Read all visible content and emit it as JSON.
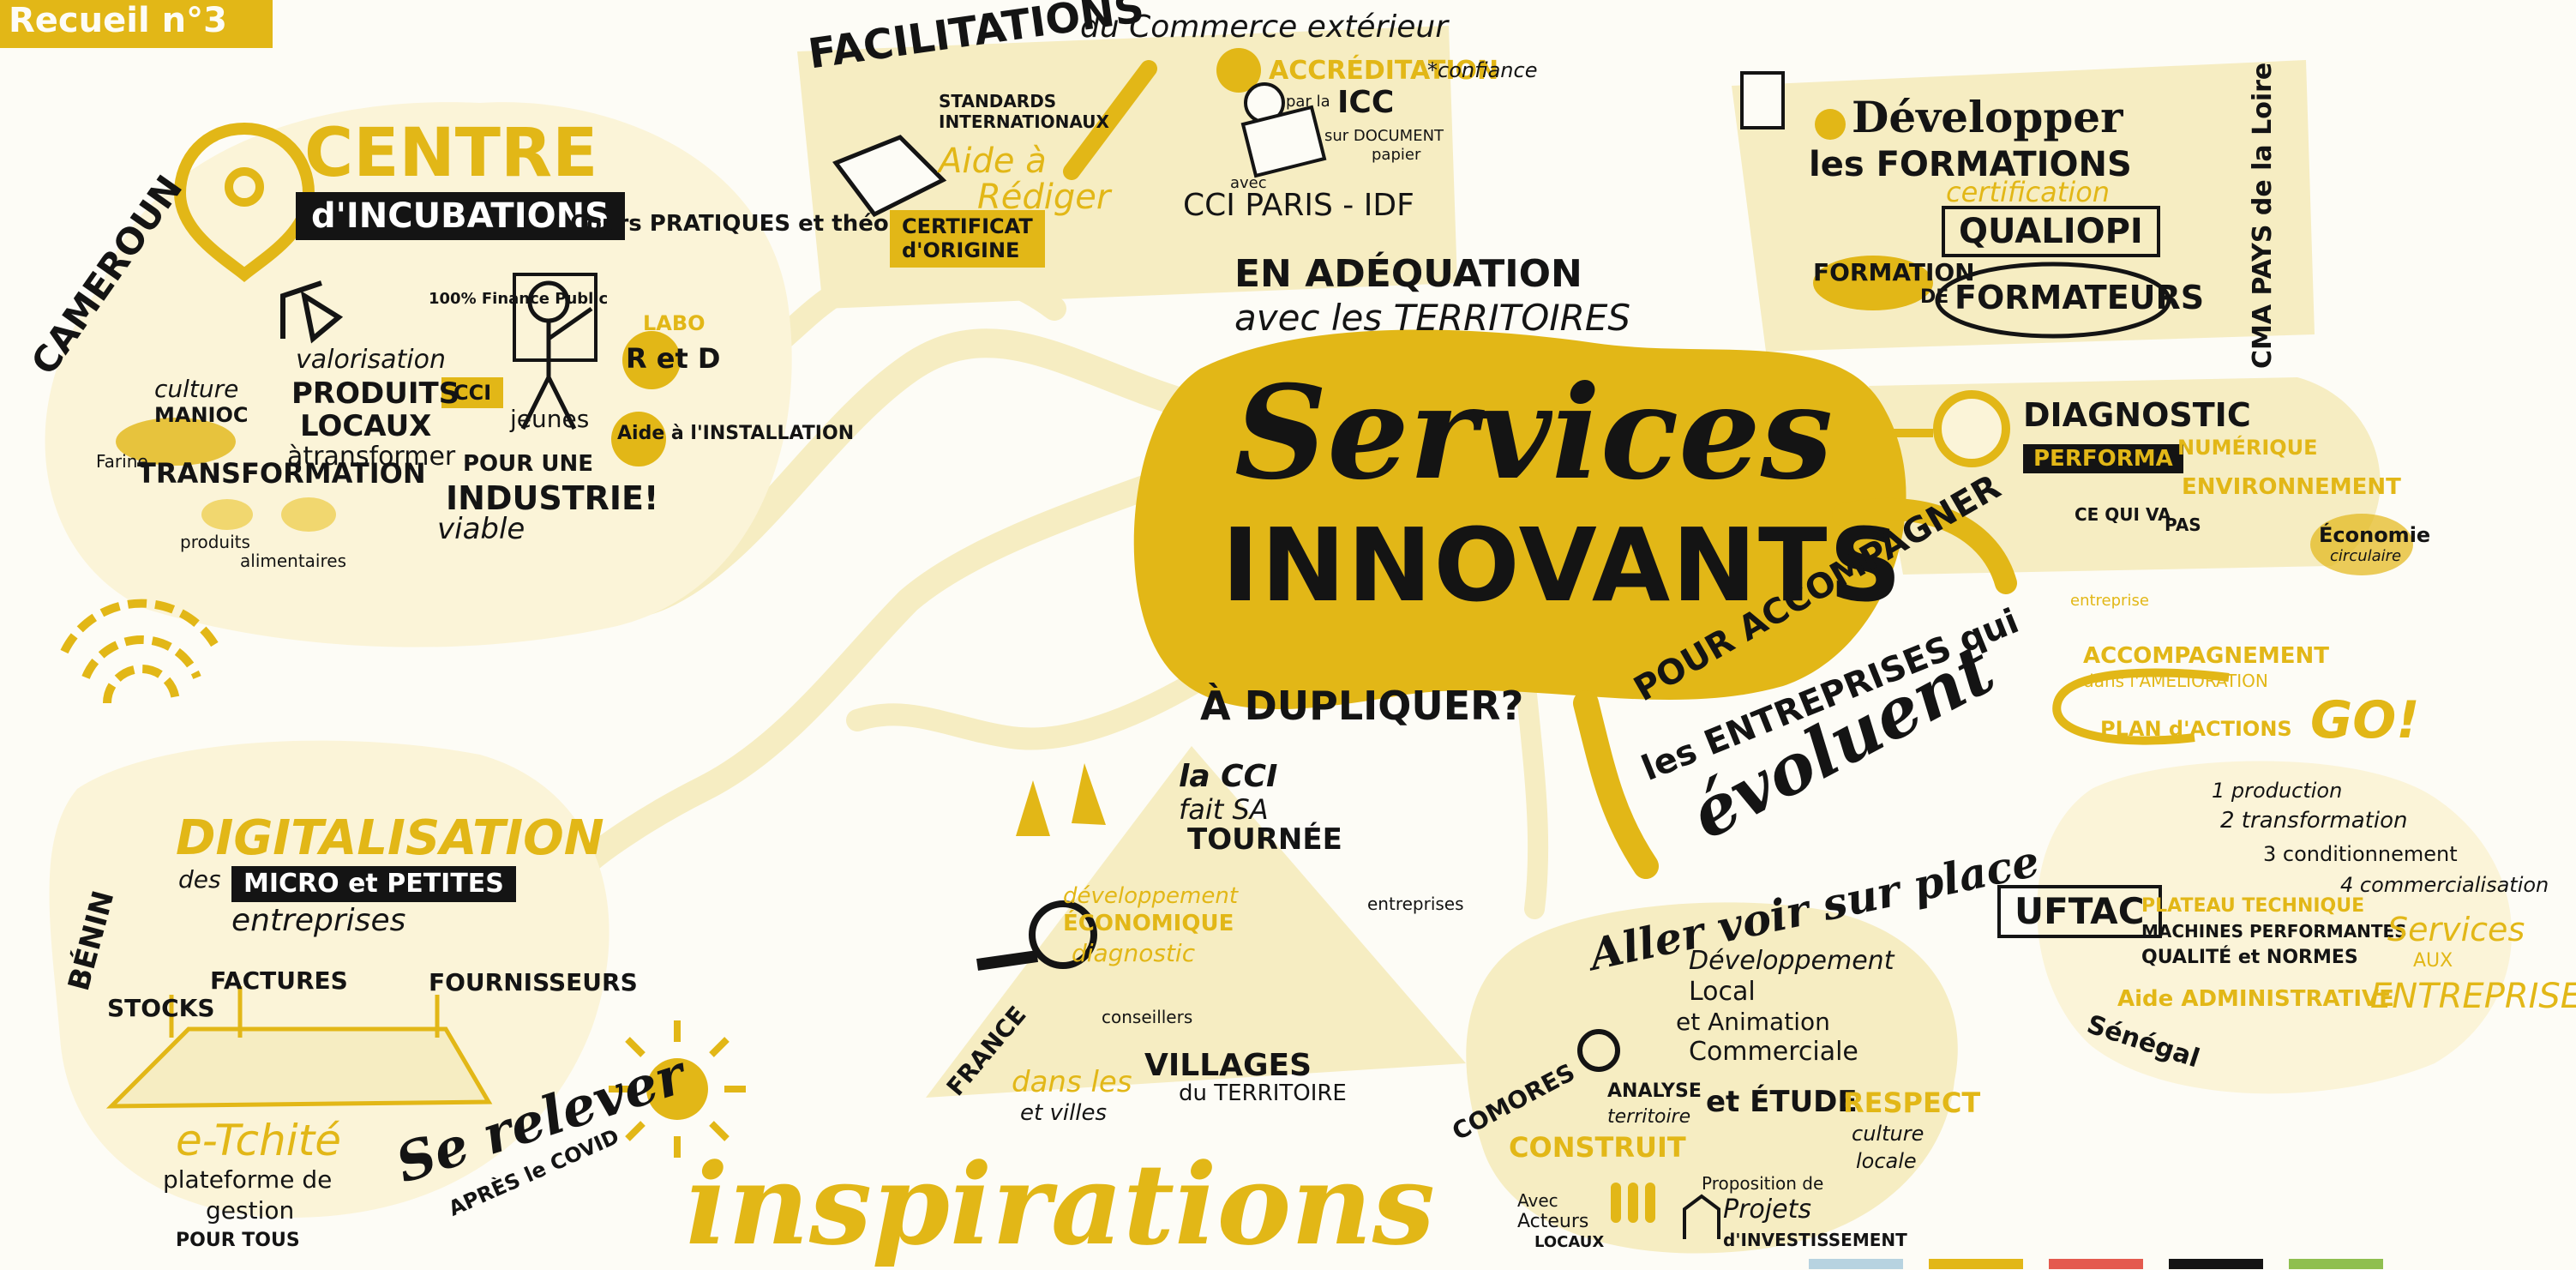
{
  "colors": {
    "accent": "#e2b717",
    "light": "#f6edc2",
    "pale": "#fbf4d8",
    "ink": "#141414",
    "background": "#fdfcf6"
  },
  "icons": [
    "location-pin-icon",
    "desk-lamp-icon",
    "teacher-figure-icon",
    "book-icon",
    "pen-icon",
    "seal-icon",
    "document-icon",
    "certificate-icon",
    "gear-icon",
    "person-icon",
    "arrow-icon",
    "virus-icon",
    "magnifier-icon",
    "house-icon",
    "people-icon",
    "wifi-signal-icon",
    "footprint-icon",
    "hand-icon",
    "loop-icon"
  ],
  "tab": "Recueil n°3",
  "center": {
    "line1": "Services",
    "line2": "INNOVANTS",
    "top": "EN ADÉQUATION",
    "top2": "avec les TERRITOIRES",
    "bottom": "À DUPLIQUER?"
  },
  "accompany": {
    "a": "POUR ACCOMPAGNER",
    "b": "les ENTREPRISES qui",
    "c": "évoluent"
  },
  "incubation": {
    "country": "CAMEROUN",
    "title1": "CENTRE",
    "title2": "d'INCUBATIONS",
    "cours": "Cours PRATIQUES et théoriques",
    "labo": "LABO",
    "rd": "R et D",
    "aide": "Aide à l'INSTALLATION",
    "jeunes": "jeunes",
    "finance": "100% Finance Public",
    "cci": "CCI",
    "valo": "valorisation",
    "produits": "PRODUITS",
    "locaux": "LOCAUX",
    "transformer": "àtransformer",
    "culture": "culture",
    "maniac": "MANIOC",
    "farine": "Farine",
    "transformation": "TRANSFORMATION",
    "alim1": "produits",
    "alim2": "alimentaires",
    "pour": "POUR UNE",
    "industrie": "INDUSTRIE!",
    "viable": "viable"
  },
  "facilitations": {
    "title": "FACILITATIONS",
    "subtitle": "du Commerce extérieur",
    "standards": "STANDARDS",
    "internationaux": "INTERNATIONAUX",
    "aide": "Aide à",
    "rediger": "Rédiger",
    "certificat1": "CERTIFICAT",
    "certificat2": "d'ORIGINE",
    "accreditation": "ACCRÉDITATION",
    "confiance": "*confiance",
    "par": "par la",
    "icc": "ICC",
    "doc": "sur DOCUMENT",
    "papier": "papier",
    "avec": "avec",
    "ccip": "CCI PARIS - IDF"
  },
  "formations": {
    "developper": "Développer",
    "formations": "les FORMATIONS",
    "certification": "certification",
    "qualiopi": "QUALIOPI",
    "formation": "FORMATION",
    "de": "DE",
    "formateurs": "FORMATEURS",
    "region": "CMA PAYS de la Loire"
  },
  "diagnostic": {
    "title": "DIAGNOSTIC",
    "performa": "PERFORMA",
    "numerique": "NUMÉRIQUE",
    "environnement": "ENVIRONNEMENT",
    "ceQuiVa": "CE QUI VA",
    "pas": "PAS",
    "entreprise": "entreprise",
    "economie": "Économie",
    "circulaire": "circulaire",
    "accompagnement": "ACCOMPAGNEMENT",
    "amelioration": "dans l'AMÉLIORATION",
    "plan": "PLAN d'ACTIONS",
    "go": "GO!"
  },
  "uftac": {
    "name": "UFTAC",
    "country": "Sénégal",
    "steps": [
      "1 production",
      "2 transformation",
      "3 conditionnement",
      "4 commercialisation"
    ],
    "plateau": "PLATEAU TECHNIQUE",
    "machines": "MACHINES PERFORMANTES",
    "qualite": "QUALITÉ et NORMES",
    "aide": "Aide ADMINISTRATIVE",
    "services1": "Services",
    "services2": "AUX",
    "services3": "ENTREPRISES"
  },
  "digital": {
    "country": "BÉNIN",
    "title": "DIGITALISATION",
    "des": "des",
    "micro": "MICRO et PETITES",
    "entreprises": "entreprises",
    "stocks": "STOCKS",
    "factures": "FACTURES",
    "fournisseurs": "FOURNISSEURS",
    "etchite": "e-Tchité",
    "plateforme": "plateforme de",
    "gestion": "gestion",
    "pour": "POUR TOUS",
    "relever": "Se relever",
    "covid": "APRÈS le COVID"
  },
  "tour": {
    "title1": "la CCI",
    "title2": "fait SA",
    "title3": "TOURNÉE",
    "dev": "développement",
    "eco": "ÉCONOMIQUE",
    "diag": "diagnostic",
    "entreprises": "entreprises",
    "conseillers": "conseillers",
    "country": "FRANCE",
    "dans": "dans les",
    "villages": "VILLAGES",
    "et": "et villes",
    "du": "du TERRITOIRE"
  },
  "comores": {
    "aller": "Aller voir sur place",
    "dev": "Développement",
    "local": "Local",
    "anim": "et Animation",
    "comm": "Commerciale",
    "analyse": "ANALYSE",
    "territoire": "territoire",
    "etude": "et ÉTUDE",
    "respect": "RESPECT",
    "culture": "culture",
    "locale": "locale",
    "country": "COMORES",
    "construit": "CONSTRUIT",
    "avec": "Avec",
    "acteurs": "Acteurs",
    "locaux": "LOCAUX",
    "proposition": "Proposition de",
    "projets": "Projets",
    "invest": "d'INVESTISSEMENT"
  },
  "inspirations": "inspirations"
}
